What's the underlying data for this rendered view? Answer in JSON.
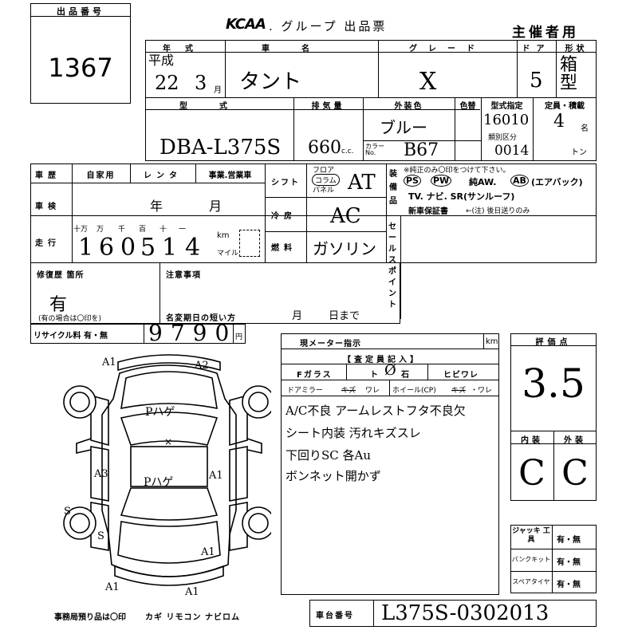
{
  "header": {
    "lot_label": "出品番号",
    "lot_number": "1367",
    "brand": "KCAA",
    "sheet_title": ". グループ 出品票",
    "copy_label": "主催者用"
  },
  "basic_info": {
    "year_label": "年式",
    "era": "平成",
    "year": "22",
    "month": "3",
    "month_unit": "月",
    "name_label": "車名",
    "name": "タント",
    "grade_label": "グレード",
    "grade": "X",
    "doors_label": "ドア",
    "doors": "5",
    "shape_label": "形状",
    "shape": "箱型",
    "model_label": "型式",
    "model": "DBA-L375S",
    "disp_label": "排気量",
    "displacement": "660",
    "disp_unit": "c.c.",
    "color_label": "外装色",
    "color": "ブルー",
    "color_change_label": "色替",
    "color_no_label": "カラー No.",
    "color_no": "B67",
    "type_label": "型式指定",
    "type_no": "16010",
    "class_label": "類別区分",
    "class_no": "0014",
    "cap_label": "定員・積載",
    "capacity": "4",
    "cap_unit": "名",
    "load_unit": "トン"
  },
  "history": {
    "label": "車歴",
    "opt_private": "自家用",
    "opt_rental": "レンタ",
    "opt_business": "事業.営業車",
    "inspection_label": "車検",
    "year_unit": "年",
    "month_unit": "月",
    "mileage_label": "走行",
    "digit_labels": [
      "十万",
      "万",
      "千",
      "百",
      "十",
      "一"
    ],
    "mileage_digits": [
      "1",
      "6",
      "0",
      "5",
      "1",
      "4"
    ],
    "km_label": "km",
    "mile_label": "マイル"
  },
  "drive": {
    "shift_label": "シフト",
    "floor_label": "フロア",
    "column_label": "コラム",
    "panel_label": "パネル",
    "shift_value": "AT",
    "ac_label": "冷房",
    "ac_value": "AC",
    "fuel_label": "燃料",
    "fuel_value": "ガソリン"
  },
  "equipment": {
    "label": "装備品",
    "note": "※純正のみ〇印をつけて下さい。",
    "line1": [
      "PS",
      "PW",
      "純AW.",
      "AB",
      "(エアバック)"
    ],
    "line2": "TV. ナビ. SR(サンルーフ)",
    "warranty": "新車保証書",
    "warranty_note": "←(注) 後日送りのみ",
    "sales_point_label": "セールスポイント"
  },
  "repair": {
    "label": "修復歴 箇所",
    "value": "有",
    "note": "(有の場合は〇印を)"
  },
  "notes": {
    "label": "注意事項",
    "name_change_label": "名変期日の短い方",
    "month_unit": "月",
    "day_label": "日まで"
  },
  "recycle": {
    "label": "リサイクル料 有・無",
    "amount": "9790",
    "yen": "円"
  },
  "meter": {
    "label": "現メーター指示",
    "unit": "km",
    "inspector_label": "【査定員記入】",
    "glass_label": "Fガラス",
    "stone_label": "ト",
    "stone_suffix": "石",
    "crack_label": "ヒビワレ",
    "mirror_label": "ドアミラー",
    "mirror_scratch": "キズ",
    "mirror_crack": "ワレ",
    "wheel_label": "ホイール(CP)",
    "wheel_scratch": "キズ",
    "wheel_crack": "・ワレ"
  },
  "remarks": [
    "A/C不良 アームレストフタ不良欠",
    "シート内装 汚れキズスレ",
    "下回りSC 各Au",
    "ボンネット開かず"
  ],
  "diagram": {
    "marks": [
      "A1",
      "A2",
      "A1",
      "A3",
      "S",
      "S",
      "A1",
      "A1",
      "A1"
    ],
    "front_note": "Pハゲ",
    "rear_note": "Pハゲ",
    "x_mark": "×"
  },
  "grade_box": {
    "label": "評価点",
    "score": "3.5",
    "interior_label": "内装",
    "exterior_label": "外装",
    "interior": "C",
    "exterior": "C"
  },
  "tools": {
    "jack_label": "ジャッキ 工具",
    "puncture_label": "パンクキット",
    "spare_label": "スペアタイヤ",
    "options": "有・無"
  },
  "footer": {
    "office_note": "事務局預り品は〇印",
    "items": "カギ リモコン ナビロム",
    "chassis_label": "車台番号",
    "chassis": "L375S-0302013"
  }
}
